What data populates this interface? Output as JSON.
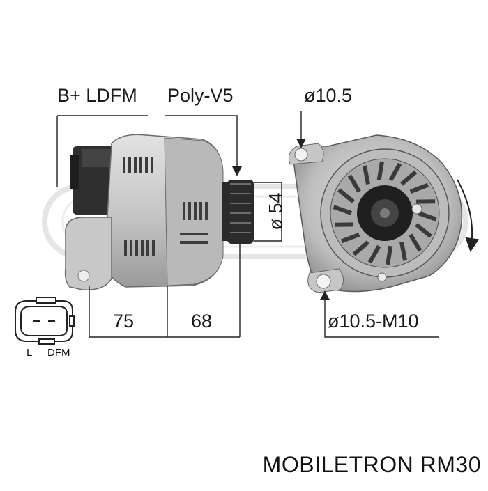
{
  "labels": {
    "terminals": "B+ LDFM",
    "pulley": "Poly-V5",
    "top_hole": "ø10.5",
    "pulley_diameter": "ø 54",
    "dim_front": "75",
    "dim_rear": "68",
    "bottom_hole": "ø10.5-M10",
    "plug_left": "L",
    "plug_right": "DFM"
  },
  "caption": {
    "brand": "MOBILETRON",
    "part_number": "RM30"
  },
  "colors": {
    "line": "#222222",
    "metal_light": "#d2d2d2",
    "metal_mid": "#a8a8a8",
    "metal_dark": "#3a3a3a",
    "watermark": "#e4e4e4"
  }
}
